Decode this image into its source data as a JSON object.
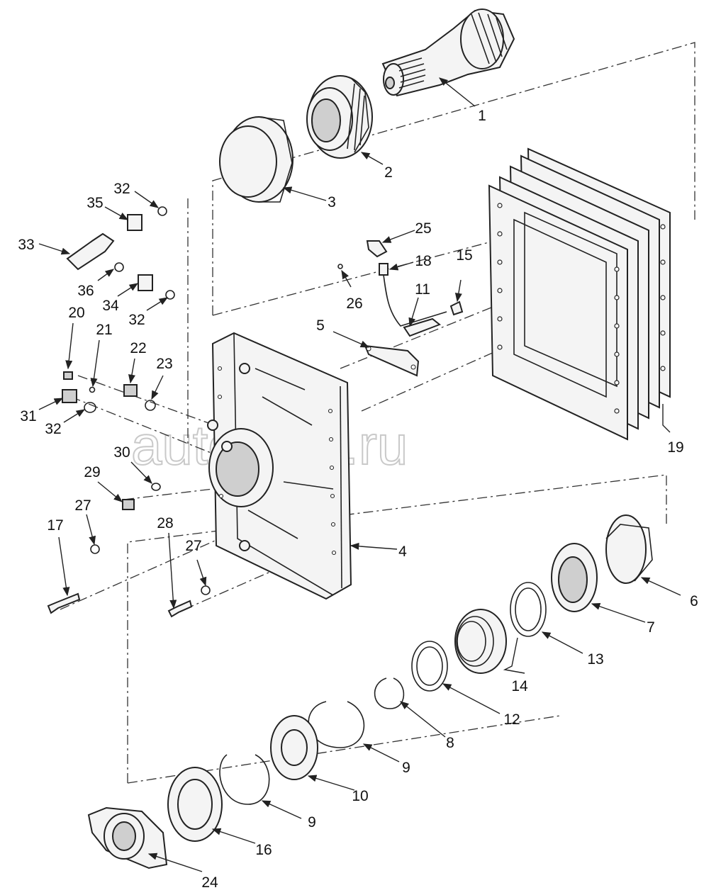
{
  "watermark": "autopiter.ru",
  "callouts": [
    "1",
    "2",
    "3",
    "4",
    "5",
    "6",
    "7",
    "8",
    "9",
    "9",
    "10",
    "11",
    "12",
    "13",
    "14",
    "15",
    "16",
    "17",
    "18",
    "19",
    "20",
    "21",
    "22",
    "23",
    "24",
    "25",
    "26",
    "27",
    "27",
    "28",
    "29",
    "30",
    "31",
    "32",
    "32",
    "32",
    "33",
    "34",
    "35",
    "36"
  ]
}
